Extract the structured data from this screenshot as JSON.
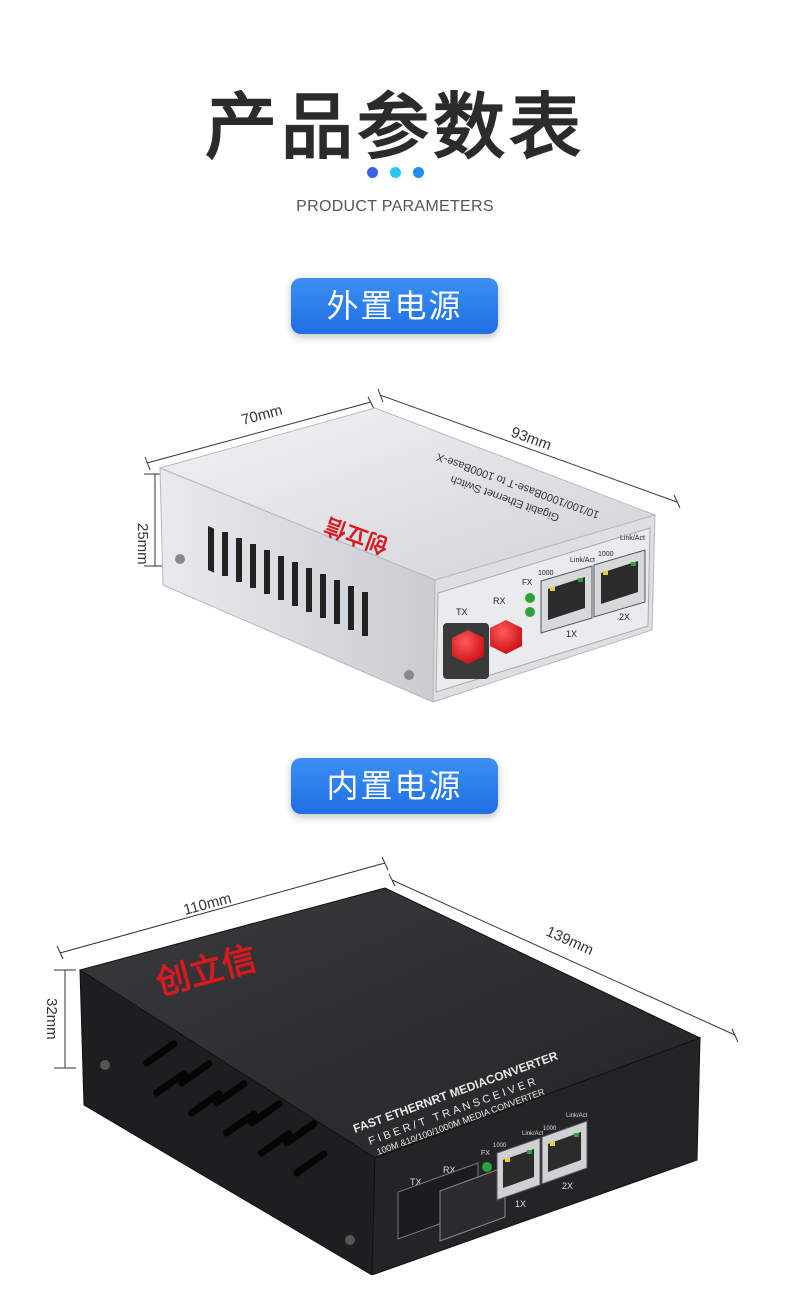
{
  "header": {
    "title": "产品参数表",
    "subtitle": "PRODUCT PARAMETERS",
    "dot_colors": [
      "#3a62e6",
      "#28c6f0",
      "#1c8fe8"
    ]
  },
  "section_external": {
    "badge": "外置电源",
    "dim_width": "70mm",
    "dim_length": "93mm",
    "dim_height": "25mm",
    "brand": "创立信",
    "top_text_1": "10/100/1000Base-T to 1000Base-X",
    "top_text_2": "Gigabit Ethernet Switch",
    "port_tx": "TX",
    "port_rx": "RX",
    "led_fx": "FX",
    "led_1000_a": "1000",
    "led_linkact_a": "Link/Act",
    "led_1000_b": "1000",
    "led_linkact_b": "Link/Act",
    "port_1x": "1X",
    "port_2x": "2X",
    "body_color": "#e3e6e9",
    "connector_color": "#e0161b"
  },
  "section_internal": {
    "badge": "内置电源",
    "dim_width": "110mm",
    "dim_length": "139mm",
    "dim_height": "32mm",
    "brand": "创立信",
    "top_text_1": "FAST ETHERNRT MEDIACONVERTER",
    "top_text_2": "FIBER/T TRANSCEIVER",
    "top_text_3": "100M &10/100/1000M MEDIA CONVERTER",
    "port_tx": "TX",
    "port_rx": "RX",
    "led_fx": "FX",
    "led_1000_a": "1000",
    "led_linkact_a": "Link/Act",
    "led_1000_b": "1000",
    "led_linkact_b": "Link/Act",
    "port_1x": "1X",
    "port_2x": "2X",
    "body_color": "#2a2a2c",
    "brand_color": "#d8191f"
  }
}
